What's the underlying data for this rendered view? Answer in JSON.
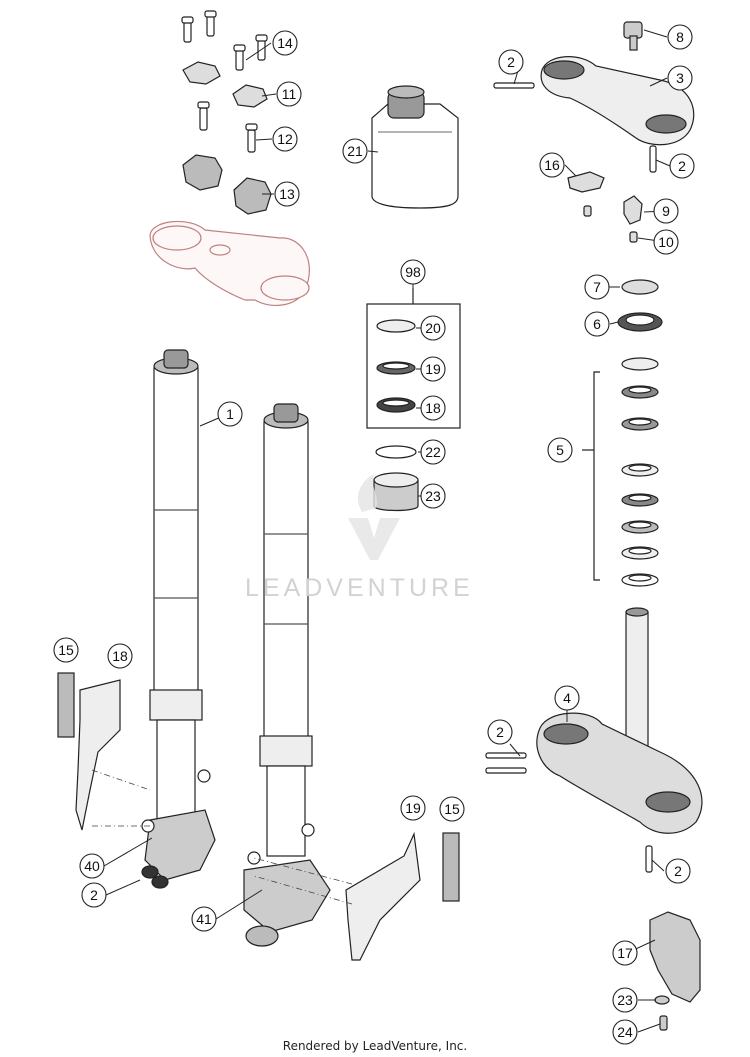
{
  "diagram": {
    "callouts": [
      "1",
      "2",
      "3",
      "4",
      "5",
      "6",
      "7",
      "8",
      "9",
      "10",
      "11",
      "12",
      "13",
      "14",
      "15",
      "16",
      "17",
      "18",
      "19",
      "20",
      "21",
      "22",
      "23",
      "24",
      "40",
      "41",
      "98"
    ]
  },
  "watermark": {
    "text": "LEADVENTURE"
  },
  "footer": {
    "text": "Rendered by LeadVenture, Inc."
  }
}
